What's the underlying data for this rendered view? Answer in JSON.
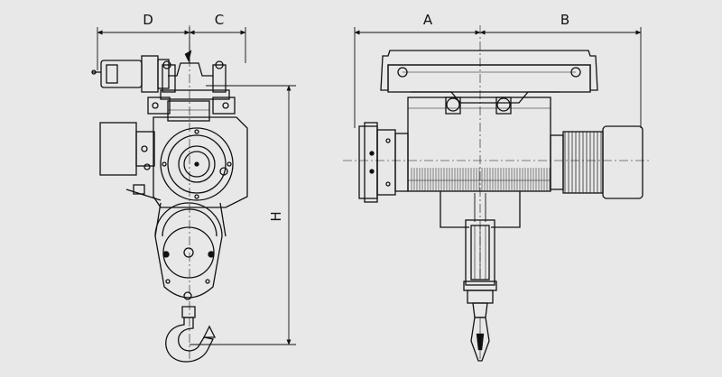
{
  "drawing": {
    "background": "#e8e8e8",
    "line_color": "#111111",
    "dimensions": {
      "D": "D",
      "C": "C",
      "A": "A",
      "B": "B",
      "H": "H"
    }
  }
}
